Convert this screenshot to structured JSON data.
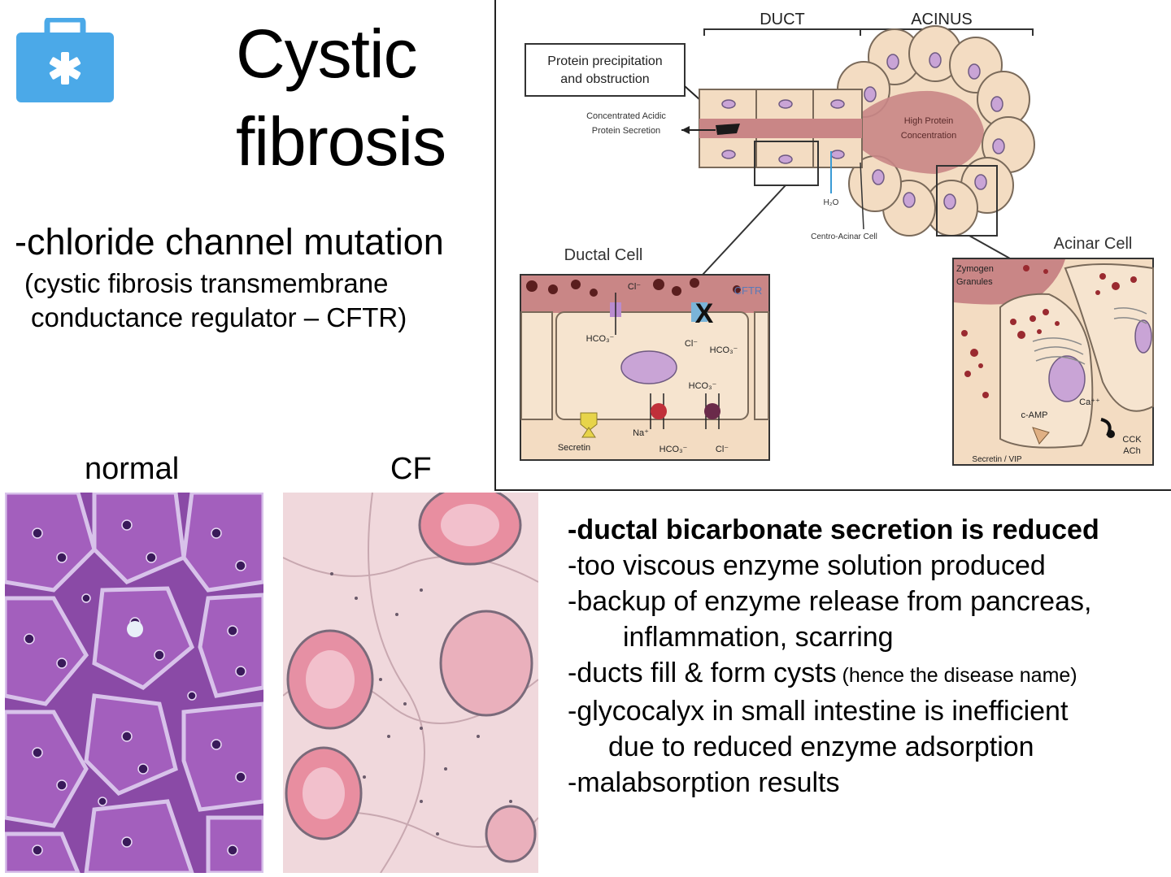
{
  "slide": {
    "icon": "medical-kit-icon",
    "title_line1": "Cystic",
    "title_line2": "fibrosis",
    "bullet_main": "-chloride channel mutation",
    "bullet_sub1": "(cystic fibrosis transmembrane",
    "bullet_sub2": "conductance regulator – CFTR)",
    "colors": {
      "icon_blue": "#4ba9e8",
      "he_purple": "#8a4aa6",
      "he_pink": "#e58fa6"
    }
  },
  "diagram": {
    "duct_label": "DUCT",
    "acinus_label": "ACINUS",
    "protein_box_line1": "Protein precipitation",
    "protein_box_line2": "and obstruction",
    "secretion_line1": "Concentrated Acidic",
    "secretion_line2": "Protein Secretion",
    "high_protein_line1": "High Protein",
    "high_protein_line2": "Concentration",
    "h2o": "H₂O",
    "centro_acinar": "Centro-Acinar Cell",
    "ductal_cell": "Ductal Cell",
    "acinar_cell": "Acinar Cell",
    "cftr": "CFTR",
    "x_mark": "X",
    "cl_top": "Cl⁻",
    "hco3_left": "HCO₃⁻",
    "cl_mid": "Cl⁻",
    "hco3_right": "HCO₃⁻",
    "hco3_mid": "HCO₃⁻",
    "na": "Na⁺",
    "hco3_bottom": "HCO₃⁻",
    "cl_bottom": "Cl⁻",
    "secretin": "Secretin",
    "zymogen_line1": "Zymogen",
    "zymogen_line2": "Granules",
    "camp": "c-AMP",
    "ca": "Ca⁺⁺",
    "cck": "CCK",
    "ach": "ACh",
    "secretin_vip": "Secretin / VIP"
  },
  "histology": {
    "normal_label": "normal",
    "cf_label": "CF"
  },
  "findings": {
    "line1": "-ductal bicarbonate secretion is reduced",
    "line2": "-too viscous enzyme solution produced",
    "line3": "-backup of enzyme release from pancreas,",
    "line4": "inflammation, scarring",
    "line5_main": "-ducts fill & form cysts",
    "line5_small": " (hence the disease name)",
    "line6": "-glycocalyx in small intestine is inefficient",
    "line7": "due to reduced enzyme adsorption",
    "line8": "-malabsorption results"
  }
}
